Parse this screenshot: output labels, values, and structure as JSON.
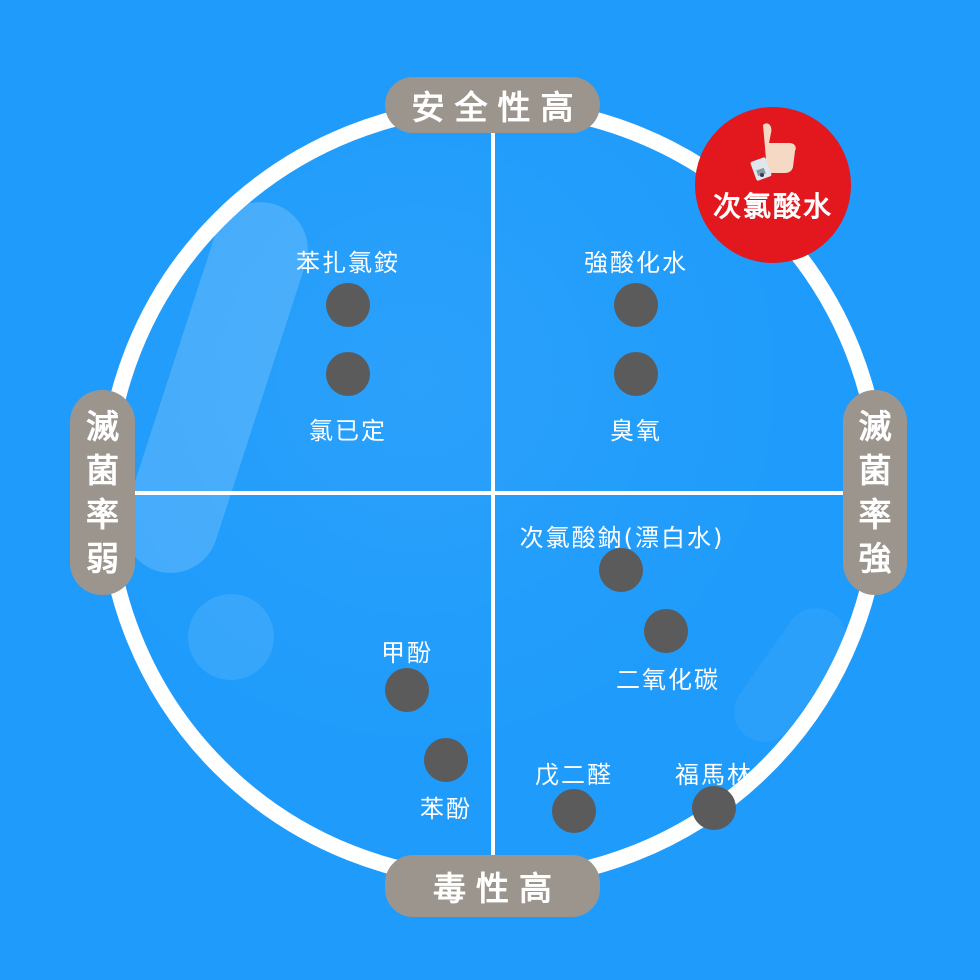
{
  "axes": {
    "top": "安全性高",
    "bottom": "毒性高",
    "left": [
      "滅",
      "菌",
      "率",
      "弱"
    ],
    "right": [
      "滅",
      "菌",
      "率",
      "強"
    ]
  },
  "highlight_badge": {
    "label": "次氯酸水",
    "icon": "thumbs-up-icon",
    "color": "#e3171e"
  },
  "colors": {
    "background": "#1e9bfb",
    "ring": "#ffffff",
    "pill": "#9c958e",
    "dot": "#5b5b5b"
  },
  "items": [
    {
      "name": "苯扎氯銨",
      "quadrant": "top-left",
      "label_position": "above"
    },
    {
      "name": "氯已定",
      "quadrant": "top-left",
      "label_position": "below"
    },
    {
      "name": "強酸化水",
      "quadrant": "top-right",
      "label_position": "above"
    },
    {
      "name": "臭氧",
      "quadrant": "top-right",
      "label_position": "below"
    },
    {
      "name": "次氯酸鈉(漂白水)",
      "quadrant": "bottom-right",
      "label_position": "above"
    },
    {
      "name": "二氧化碳",
      "quadrant": "bottom-right",
      "label_position": "below"
    },
    {
      "name": "甲酚",
      "quadrant": "bottom-left",
      "label_position": "above"
    },
    {
      "name": "苯酚",
      "quadrant": "bottom-left",
      "label_position": "below"
    },
    {
      "name": "戊二醛",
      "quadrant": "bottom-right",
      "label_position": "above"
    },
    {
      "name": "福馬林",
      "quadrant": "bottom-right",
      "label_position": "above"
    }
  ]
}
